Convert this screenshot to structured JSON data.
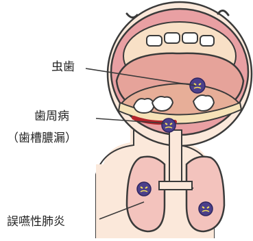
{
  "labels": {
    "caries": "虫歯",
    "periodontal": "歯周病",
    "periodontal_alt": "（歯槽膿漏）",
    "pneumonia": "誤嚥性肺炎"
  },
  "colors": {
    "outline": "#3a3a3a",
    "skin": "#fbe8da",
    "lip": "#e9a0a3",
    "mouth_inner": "#e6a39a",
    "tongue": "#e7ae98",
    "lung": "#f3c3bd",
    "bacteria": "#4b3f8a"
  }
}
